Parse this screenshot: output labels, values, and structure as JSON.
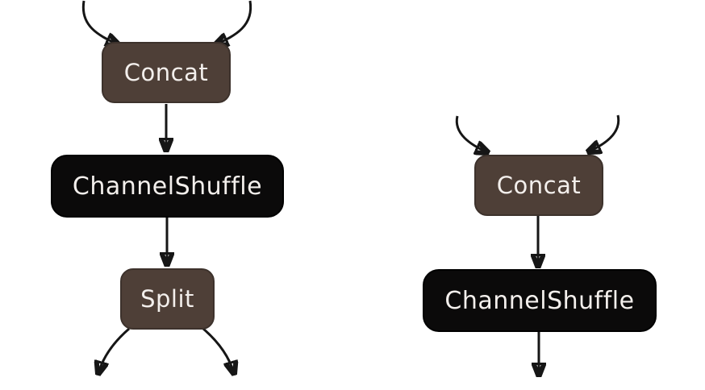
{
  "diagram": {
    "colors": {
      "background": "#ffffff",
      "node_brown": "#4e3f37",
      "node_brown_border": "#3d322c",
      "node_black": "#0b0a0a",
      "node_black_border": "#000000",
      "text": "#f3efec",
      "arrow": "#161616"
    },
    "left": {
      "nodes": [
        {
          "id": "concat",
          "label": "Concat",
          "style": "brown"
        },
        {
          "id": "channelshuffle",
          "label": "ChannelShuffle",
          "style": "black"
        },
        {
          "id": "split",
          "label": "Split",
          "style": "brown"
        }
      ],
      "edges": [
        {
          "from": "input-1",
          "to": "concat"
        },
        {
          "from": "input-2",
          "to": "concat"
        },
        {
          "from": "concat",
          "to": "channelshuffle"
        },
        {
          "from": "channelshuffle",
          "to": "split"
        },
        {
          "from": "split",
          "to": "output-1"
        },
        {
          "from": "split",
          "to": "output-2"
        }
      ]
    },
    "right": {
      "nodes": [
        {
          "id": "concat",
          "label": "Concat",
          "style": "brown"
        },
        {
          "id": "channelshuffle",
          "label": "ChannelShuffle",
          "style": "black"
        }
      ],
      "edges": [
        {
          "from": "input-1",
          "to": "concat"
        },
        {
          "from": "input-2",
          "to": "concat"
        },
        {
          "from": "concat",
          "to": "channelshuffle"
        },
        {
          "from": "channelshuffle",
          "to": "output"
        }
      ]
    }
  }
}
